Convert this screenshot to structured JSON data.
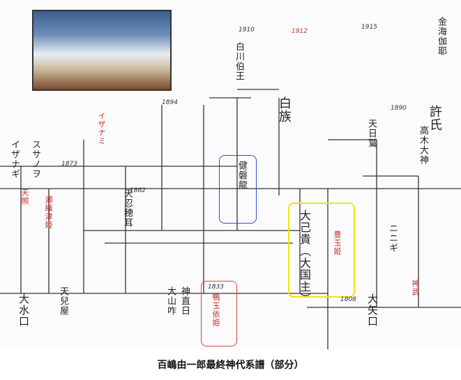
{
  "caption": "百嶋由一郎最終神代系譜（部分）",
  "colors": {
    "ink": "#222222",
    "red": "#c0332e",
    "blue_box": "#3a47c9",
    "yellow_box": "#f1e312",
    "red_box": "#d9453b",
    "green": "#2f9a3a"
  },
  "years": {
    "y1910": "1910",
    "y1912": "1912",
    "y1915": "1915",
    "y1894": "1894",
    "y1862": "1862",
    "y1833": "1833",
    "y1890": "1890",
    "y1873": "1873",
    "y1808": "1808"
  },
  "names": {
    "okuninushi": "大己貴（大国主）",
    "takeshiroyahiko": "健磐龍",
    "toyotamahime": "豊玉姫",
    "amanooshihomimi": "天忍穂耳",
    "kamoteyorihime": "鴨玉依姫",
    "susanoo": "スサノヲ",
    "izanami": "イザナミ",
    "izanagi": "イザナギ",
    "takamimusubi": "高木大神",
    "kinkaibo": "金海伽耶",
    "shirakawa": "白川伯王",
    "kojiki": "許氏",
    "tenkao": "天日鷲",
    "ninigi": "ニニギ",
    "jinmu": "神武",
    "kamuhitohime": "神直日",
    "yamatoizaname": "大山咋",
    "shirahe": "白族",
    "ooyaguchi": "大矢口",
    "oomizuguchi": "大水口",
    "tashiro": "天兒屋",
    "sezane": "瀬織津姫",
    "amaterasu": "天照"
  }
}
